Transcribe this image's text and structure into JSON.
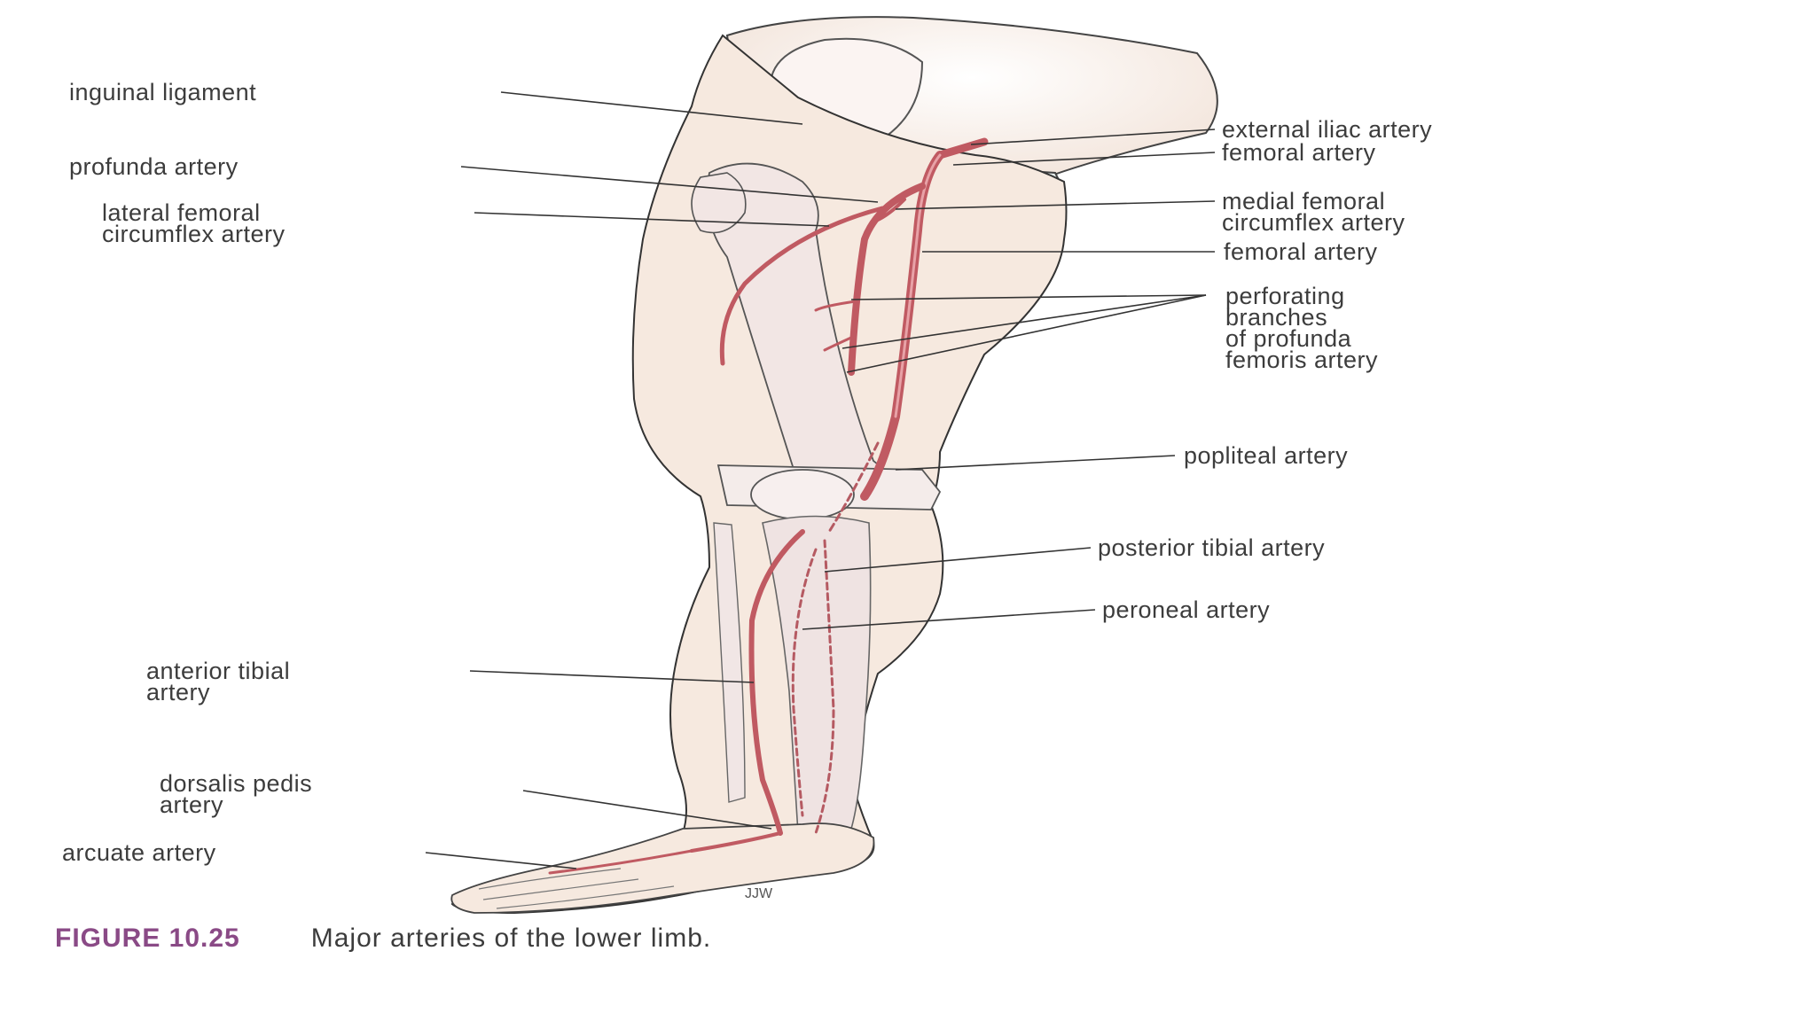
{
  "labels": {
    "inguinal_ligament": "inguinal ligament",
    "profunda_artery": "profunda artery",
    "lateral_femoral_circumflex": "lateral femoral\ncircumflex artery",
    "external_iliac_artery": "external iliac artery",
    "femoral_artery_top": "femoral artery",
    "medial_femoral_circumflex": "medial femoral\ncircumflex artery",
    "femoral_artery_mid": "femoral artery",
    "perforating_branches": "perforating\nbranches\nof profunda\nfemoris artery",
    "popliteal_artery": "popliteal artery",
    "posterior_tibial_artery": "posterior tibial artery",
    "peroneal_artery": "peroneal artery",
    "anterior_tibial_artery": "anterior tibial\nartery",
    "dorsalis_pedis_artery": "dorsalis pedis\nartery",
    "arcuate_artery": "arcuate artery"
  },
  "caption": {
    "figure_number": "FIGURE 10.25",
    "text": "Major arteries of the lower limb."
  },
  "artist_mark": "JJW",
  "colors": {
    "artery": "#c05a62",
    "skin": "#f6e9df",
    "bone": "#f2e6e4",
    "caption_accent": "#8a4a86"
  }
}
